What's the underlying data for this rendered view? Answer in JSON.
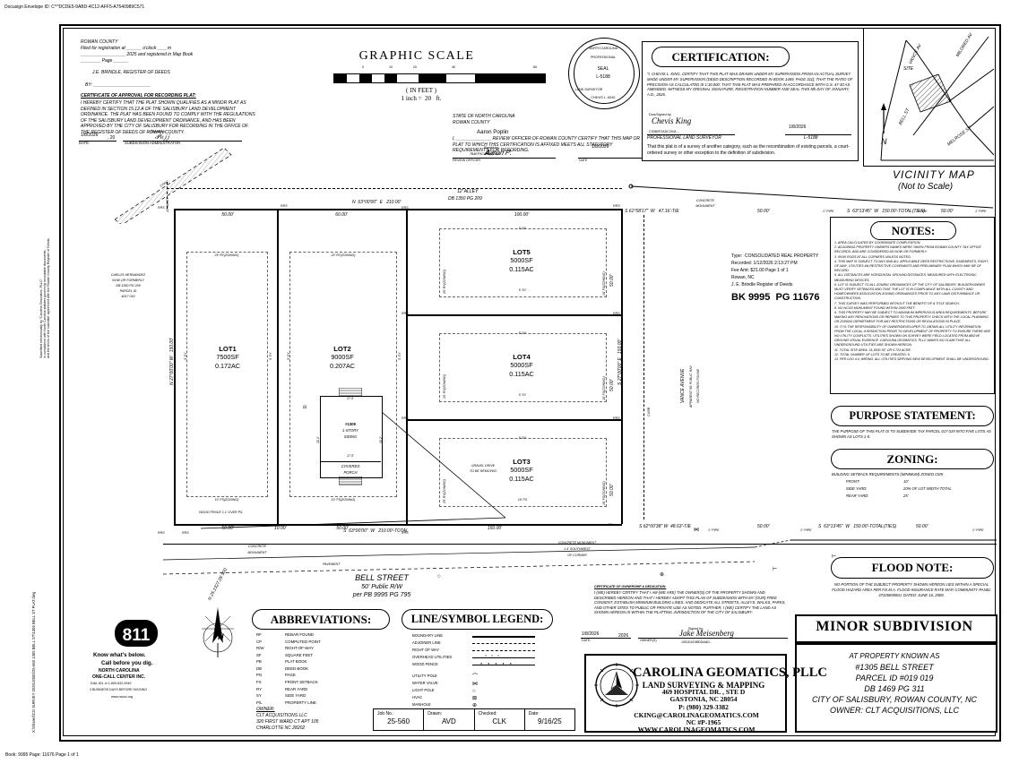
{
  "document": {
    "envelope_id": "Docusign Envelope ID: C^^DCDE5-9ABD-4C12-AFF5-A7540989C571",
    "footer_left": "Book: 9995  Page: 11676     Page 1 of 1",
    "left_margin_note": "Submitted electronically by \"Carolina Geomatics, PLLC\"\nin compliance with North Carolina statutes governing recordable documents,\nand the terms of the submitter agreement with the Rowan County Register of Deeds.",
    "left_margin_path": "X:\\Shared\\CG SURVEY 2025\\JOBS\\25-560 1305 BELL ST\\1305 BELL ST PLAT.dwg"
  },
  "recording_block": {
    "county": "ROWAN COUNTY",
    "line1": "Filed for registration at ______ o'clock ____m",
    "line2": "__________________ 2025 and registered in Map Book",
    "line3": "________ Page ______",
    "register": "J.E. BRINDLE, REGISTER OF DEEDS",
    "by": "BY: _______________________"
  },
  "approval_cert": {
    "title": "CERTIFICATE OF APPROVAL FOR RECORDING PLAT:",
    "body": "I HEREBY CERTIFY THAT THE PLAT SHOWN QUALIFIES AS A MINOR PLAT AS DEFINED IN SECTION 15.12.A OF THE SALISBURY LAND DEVELOPMENT ORDINANCE. THE PLAT HAS BEEN FOUND TO COMPLY WITH THE REGULATIONS OF THE SALISBURY LAND DEVELOPMENT ORDINANCE, AND HAS BEEN APPROVED BY THE CITY OF SALISBURY FOR RECORDING IN THE OFFICE OF THE REGISTER OF DEEDS OF ROWAN COUNTY.",
    "date_value": "1/8/2026",
    "date_label": "DATE:",
    "year_suffix": ", 20",
    "sign_label": "SUBDIVISION ADMINISTRATOR",
    "signature": "Signed by:"
  },
  "graphic_scale": {
    "title": "GRAPHIC SCALE",
    "ticks": [
      "20",
      "0",
      "10",
      "20",
      "40",
      "80"
    ],
    "units": "( IN FEET )",
    "ratio": "1 inch =  20   ft."
  },
  "review_officer": {
    "state": "STATE OF NORTH CAROLINA",
    "county": "ROWAN COUNTY",
    "name": "Aaron Poplin",
    "body": "I, ______________ REVIEW OFFICER OF ROWAN COUNTY CERTIFY THAT THIS MAP OR PLAT TO WHICH THIS CERTIFICATION IS AFFIXED MEETS ALL STATUTORY REQUIREMENTS FOR RECORDING.",
    "signed_by": "Signed by:",
    "date": "1/8/2026",
    "review_label": "REVIEW OFFICER",
    "date_label": "DATE",
    "sig_id": "7B4EF9CCEDB24B6..."
  },
  "seal": {
    "line_top": "NORTH CAROLINA",
    "line_prof": "PROFESSIONAL",
    "seal_word": "SEAL",
    "number": "L-5188",
    "name_bottom": "CHEVIS L. KING",
    "arc_bottom": "LAND SURVEYOR"
  },
  "certification": {
    "title": "CERTIFICATION:",
    "body": "\"I,  CHEVIS L. KING, CERTIFY THAT THIS PLAT WAS DRAWN UNDER MY SUPERVISION FROM AN ACTUAL SURVEY MADE UNDER MY SUPERVISION (DEED DESCRIPTION RECORDED IN BOOK 1469, PAGE 311); THAT THE RATIO OF PRECISION AS CALCULATED IS 1:10,000; THAT THIS PLAT WAS PREPARED IN ACCORDANCE WITH G.S. 47-30 AS AMENDED. WITNESS MY ORIGINAL SIGNATURE, REGISTRATION NUMBER AND SEAL THIS 5th DAY OF JANUARY, A.D., 2026.",
    "docusigned_label": "DocuSigned by:",
    "sig_name": "Chevis King",
    "sig_id": "C30B0F2ADC2941...",
    "date": "1/8/2026",
    "surveyor_label": "PROFESSIONAL LAND SURVEYOR",
    "license": "L-5188",
    "footnote": "That this plat is of a survey of another category, such as the recombination of existing parcels, a court-ordered survey or other exception to the definition of subdivision."
  },
  "vicinity_map": {
    "title": "VICINITY MAP",
    "subtitle": "(Not to Scale)",
    "site_label": "SITE",
    "north": "N",
    "streets": [
      "VANCE AV",
      "MILDRED AV",
      "BELL ST",
      "MELROSE ST"
    ]
  },
  "recording_stamp": {
    "type": "Type:  CONSOLIDATED REAL PROPERTY",
    "recorded": "Recorded: 1/12/2026 2:13:27 PM",
    "fee": "Fee Amt: $21.00 Page 1 of 1",
    "place": "Rowan, NC",
    "register": "J. E. Brindle Register of Deeds",
    "book_page": "BK 9995  PG 11676"
  },
  "notes": {
    "title": "NOTES:",
    "items": [
      "1. AREA CALCULATED BY COORDINATE COMPUTATION.",
      "2. ADJOINING PROPERTY OWNERS NAMES WERE TAKEN FROM ROWAN COUNTY TAX OFFICE RECORDS, AND ARE CONSIDERED AS NOW OR FORMERLY.",
      "3. IRON RODS AT ALL CORNERS UNLESS NOTED.",
      "4. THIS MAP IS SUBJECT TO ANY AND ALL APPLICABLE DEED RESTRICTIONS, EASEMENTS, RIGHT-OF-WAY, UTILITIES AN RESTRICTIVE COVENANTS AND PRELIMINARY PLAN WHICH MAY BE OF RECORD.",
      "5. ALL DISTANCES ARE HORIZONTAL GROUND DISTANCES, MEASURED WITH ELECTRONIC MEASURING DEVICES.",
      "6. LOT IS SUBJECT TO ALL ZONING ORDINANCES OF THE CITY OF SALISBURY, BUILDER/OWNER MUST VERIFY SETBACKS AND THAT THE LOT IS IN COMPLIANCE WITH ALL COUNTY AND HOMEOWNERS ASSOCIATION ZONING ORDINANCES PRIOR TO ANY LAND DISTURBANCE OR CONSTRUCTION.",
      "7. THIS SURVEY WAS PERFORMED WITHOUT THE BENEFIT OF A TITLE SEARCH.",
      "8. NO NCGS MONUMENT FOUND WITHIN 2000 FEET.",
      "9. THIS PROPERTY MAY BE SUBJECT TO MAXIMUM IMPERVIOUS AREA REQUIREMENTS. BEFORE MAKING ANY RENOVATIONS OR REPAIRS TO THIS PROPERTY CHECK WITH THE LOCAL PLANNING OR ZONING DEPARTMENT FOR ANY RESTRICTIONS OR REGULATIONS IN PLACE.",
      "10. IT IS THE RESPONSIBILITY OF OWNER/DEVELOPER TO OBTAIN ALL UTILITY INFORMATION FROM THE LOCAL JURISDICTION PRIOR TO DEVELOPMENT OF PROPERTY TO ENSURE THERE ARE NO UTILITY CONFLICTS. UTILITIES SHOWN ON SURVEY WERE FIELD LOCATED FROM ABOVE GROUND VISUAL EVIDENCE. CAROLINA GEOMATICS, PLLC MAKES NO CLAIM THAT ALL UNDERGROUND UTILITIES ARE SHOWN HEREON.",
      "11. TOTAL SITE AREA: 31,5000 SF, OR 0.723 ACRE.",
      "12. TOTAL NUMBER OF LOTS TO BE CREATED: 5.",
      "13. PER LDO 4.4, WIRING, ALL UTILITIES SERVING NEW DEVELOPMENT SHALL BE UNDERGROUND."
    ]
  },
  "purpose": {
    "title": "PURPOSE STATEMENT:",
    "body": "THE PURPOSE OF THIS PLAT IS TO SUBDIVIDE TAX PARCEL 017 019 INTO FIVE LOTS AS SHOWN AS LOTS 1-5."
  },
  "zoning": {
    "title": "ZONING:",
    "heading": "BUILDING SETBACK REQUIREMENTS (MINIMUM) ZONED CMX",
    "rows": [
      {
        "label": "FRONT:",
        "value": "10'"
      },
      {
        "label": "SIDE YARD:",
        "value": "20% OF LOT WIDTH TOTAL"
      },
      {
        "label": "REAR YARD:",
        "value": "25'"
      }
    ]
  },
  "flood_note": {
    "title": "FLOOD NOTE:",
    "body": "NO PORTION OF THE SUBJECT PROPERTY SHOWN HEREON LIES WITHIN A SPECIAL FLOOD HAZARD AREA PER F.E.M.A. FLOOD INSURANCE RATE MAP, COMMUNITY PANEL 3710565900J, DATED: JUNE 16, 2009."
  },
  "sheet_title": "MINOR SUBDIVISION",
  "property_block": {
    "line1": "AT PROPERTY KNOWN AS",
    "line2": "#1305 BELL STREET",
    "line3": "PARCEL ID #019 019",
    "line4": "DB 1469 PG 311",
    "line5": "CITY OF SALISBURY, ROWAN COUNTY, NC",
    "line6": "OWNER: CLT ACQUISITIONS, LLC"
  },
  "abbreviations": {
    "title": "ABBREVIATIONS:",
    "rows": [
      {
        "abbr": "RF",
        "meaning": "REBAR FOUND"
      },
      {
        "abbr": "CP",
        "meaning": "COMPUTED POINT"
      },
      {
        "abbr": "R/W",
        "meaning": "RIGHT-OF-WAY"
      },
      {
        "abbr": "SF",
        "meaning": "SQUARE FEET"
      },
      {
        "abbr": "PB",
        "meaning": "PLAT BOOK"
      },
      {
        "abbr": "DB",
        "meaning": "DEED BOOK"
      },
      {
        "abbr": "PG",
        "meaning": "PAGE"
      },
      {
        "abbr": "FS",
        "meaning": "FRONT SETBACK"
      },
      {
        "abbr": "RY",
        "meaning": "REAR YARD"
      },
      {
        "abbr": "SY",
        "meaning": "SIDE YARD"
      },
      {
        "abbr": "P/L",
        "meaning": "PROPERTY LINE"
      }
    ]
  },
  "owner_block": {
    "title": "OWNER:",
    "lines": [
      "CLT ACQUISITIONS LLC",
      "320 FIRST WARD CT APT 105",
      "CHARLOTTE NC 28202"
    ]
  },
  "legend": {
    "title": "LINE/SYMBOL LEGEND:",
    "lines": [
      {
        "label": "BOUNDARY LINE",
        "style": "solid-thick"
      },
      {
        "label": "ADJOINER LINE",
        "style": "dashed"
      },
      {
        "label": "RIGHT OF WAY",
        "style": "dashed-fine"
      },
      {
        "label": "OVERHEAD UTILITIES",
        "style": "overhead"
      },
      {
        "label": "WOOD FENCE",
        "style": "fence"
      }
    ],
    "symbols": [
      {
        "label": "UTILITY POLE",
        "glyph": "⌒"
      },
      {
        "label": "WATER VALVE",
        "glyph": "⋈"
      },
      {
        "label": "LIGHT POLE",
        "glyph": "○"
      },
      {
        "label": "HVAC",
        "glyph": "⊠"
      },
      {
        "label": "MANHOLE",
        "glyph": "⊕"
      }
    ]
  },
  "ownership_cert": {
    "title": "CERTIFICATE OF OWNERSHIP & DEDICATION:",
    "body": "I (WE) HEREBY CERTIFY THAT I AM (WE ARE) THE OWNER(S) OF THE PROPERTY SHOWN AND DESCRIBED HEREON AND THAT I HEREBY ADOPT THIS PLAN OF SUBDIVISION WITH MY (OUR) FREE CONSENT, ESTABLISH MINIMUM BUILDING LINES, AND DEDICATE ALL STREETS, ALLEYS, WALKS, PARKS, AND OTHER SITES TO PUBLIC OR PRIVATE USE AS NOTED. FURTHER, I (WE) CERTIFY THE LAND AS SHOWN HEREON IS WITHIN THE PLATTING JURISDICTION OF THE CITY OF SALISBURY.",
    "date": "1/8/2026",
    "year": "2026",
    "date_label": "DATE:",
    "owner_label": "OWNER(S)",
    "signature": "Jake Meisenberg",
    "signed_by": "Signed by:",
    "sig_id": "1051D419BD54A61..."
  },
  "firm": {
    "name": "CAROLINA GEOMATICS, PLLC",
    "tagline": "LAND SURVEYING & MAPPING",
    "address1": "469 HOSPITAL DR. , STE D",
    "address2": "GASTONIA, NC 28054",
    "phone": "P: (980) 329-3382",
    "email": "CKING@CAROLINAGEOMATICS.COM",
    "license": "NC #P-1965",
    "website": "WWW.CAROLINAGEOMATICS.COM"
  },
  "job_table": [
    {
      "label": "Job No.:",
      "value": "25-560"
    },
    {
      "label": "Drawn:",
      "value": "AVD"
    },
    {
      "label": "Checked:",
      "value": "CLK"
    },
    {
      "label": "Date:",
      "value": "9/16/25"
    }
  ],
  "emergency": {
    "number": "811",
    "line1": "Know what's below.",
    "line2": "Call before you dig.",
    "org": "NORTH CAROLINA",
    "center1": "ONE-CALL CENTER INC.",
    "center2": "DIAL 811 or 1-800-632-4949",
    "center3": "3 BUSINESS DAYS BEFORE DIGGING",
    "web": "www.ncocc.org"
  },
  "survey": {
    "alley": {
      "label": "12' ALLEY",
      "deed": "DB 1350 PG 209"
    },
    "adjoiner": {
      "name": "CARLOS HERNANDEZ",
      "status": "NOW OR FORMERLY",
      "deed": "DB 1350 PG 209",
      "parcel_label": "PARCEL ID",
      "parcel": "#017 016"
    },
    "top_bearing": "N  63°00'00\"  E   210.00'",
    "bottom_bearing": "S  63°00'00\"  W   210.00'-TOTAL",
    "tie_bearing": "S 62°00'38\" W  48.63'-TIE",
    "right_bearing": "S  63°13'45\"  W   150.00'-TOTAL(TIES)",
    "right_top_bearing": "S 61°58'17\"  W   47.16'-TIE",
    "east_bearing": "S 27°00'00\" E   150.00'",
    "west_bearing": "N 27°00'00\" W   150.00'",
    "street": {
      "name": "BELL STREET",
      "rw": "50' Public R/W",
      "plat": "per PB 9995 PG 795",
      "pavement": "PAVEMENT"
    },
    "vance": {
      "l1": "VANCE AVENUE",
      "l2": "APPARENT 50' PUBLIC R/W",
      "l3": "NO RECORDS FOUND",
      "curb": "CURB"
    },
    "monuments": [
      {
        "label": "CONCRETE MONUMENT"
      },
      {
        "label": "CONCRETE MONUMENT 1.4' SOUTHWEST OF CORNER"
      }
    ],
    "pipes": [
      "1\" PIPE",
      "1\" PIPE",
      "1\" PIPE",
      "1\" PIPE"
    ],
    "fence_note": "WOOD FENCE 1.1' OVER P/L",
    "gravel_note": "GRAVEL DRIVE TO BE REMOVED",
    "building": {
      "address": "#1305",
      "desc1": "1-STORY",
      "desc2": "SIDING",
      "porch": "COVERED PORCH",
      "w_top": "27.5'",
      "w_bot": "27.5'",
      "h_left": "32.2'",
      "h_right": "32.2'"
    },
    "lots": [
      {
        "name": "LOT1",
        "sf": "7500SF",
        "ac": "0.172AC",
        "width": "50.00'"
      },
      {
        "name": "LOT2",
        "sf": "9000SF",
        "ac": "0.207AC",
        "width": "60.00'"
      },
      {
        "name": "LOT3",
        "sf": "5000SF",
        "ac": "0.115AC",
        "width": "100.00'"
      },
      {
        "name": "LOT4",
        "sf": "5000SF",
        "ac": "0.115AC",
        "width": "100.00'"
      },
      {
        "name": "LOT5",
        "sf": "5000SF",
        "ac": "0.115AC",
        "width": "100.00'"
      }
    ],
    "setback_labels": {
      "rear": "25' RY(ZONING)",
      "front": "10' FS(ZONING)",
      "side": "5' SY",
      "side10": "10' FS(ZONING)"
    },
    "dim_bottom": [
      "50.00'",
      "10.00'",
      "50.00'",
      "150.00'"
    ],
    "dim_right": [
      "50.00'",
      "50.00'",
      "50.00'",
      "50.00'"
    ],
    "dim_lot_depth": [
      "150.00'",
      "50.00'",
      "50.00'",
      "50.00'"
    ],
    "rebar_labels": [
      "RRS",
      "RRS",
      "RRS",
      "RRS",
      "RRS",
      "RRS",
      "RRS",
      "RRS",
      "RRS"
    ],
    "cp_label": "CP",
    "north_rose": "N"
  }
}
